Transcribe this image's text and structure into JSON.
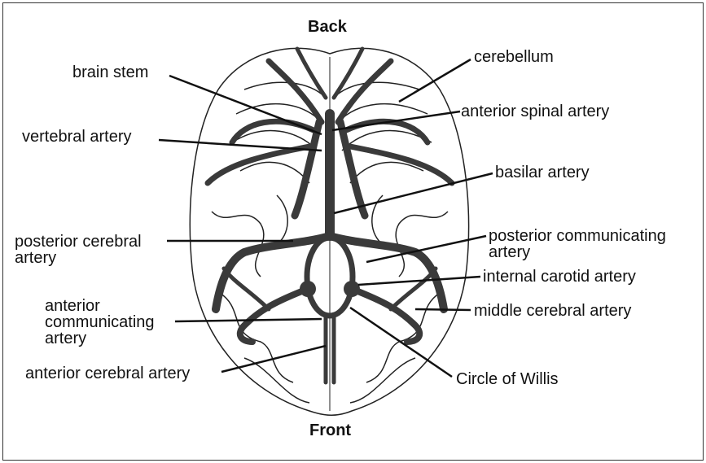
{
  "titles": {
    "top": "Back",
    "bottom": "Front"
  },
  "labels": {
    "brain_stem": "brain stem",
    "cerebellum": "cerebellum",
    "anterior_spinal_artery": "anterior spinal  artery",
    "vertebral_artery": "vertebral artery",
    "basilar_artery": "basilar artery",
    "posterior_cerebral_1": "posterior cerebral",
    "posterior_cerebral_2": "artery",
    "posterior_communicating_1": "posterior communicating",
    "posterior_communicating_2": "artery",
    "internal_carotid_artery": "internal carotid artery",
    "middle_cerebral_artery": "middle cerebral artery",
    "anterior_communicating_1": "anterior",
    "anterior_communicating_2": "communicating",
    "anterior_communicating_3": "artery",
    "anterior_cerebral_artery": "anterior cerebral artery",
    "circle_of_willis": "Circle of Willis"
  },
  "colors": {
    "artery": "#3a3a3a",
    "outline": "#222222"
  }
}
